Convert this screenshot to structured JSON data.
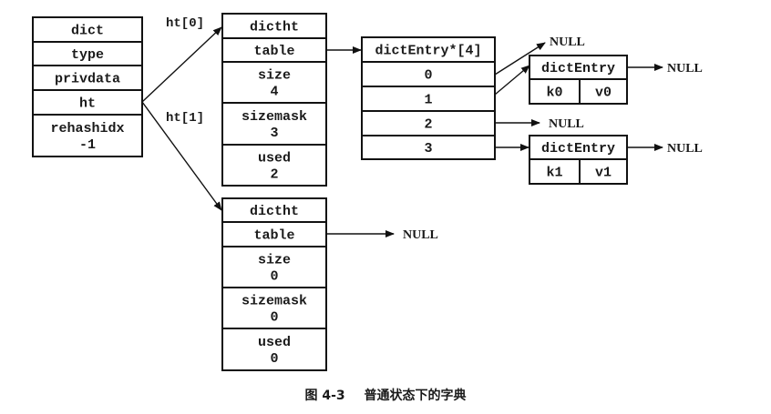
{
  "dict": {
    "rows": [
      "dict",
      "type",
      "privdata",
      "ht",
      "rehashidx\n-1"
    ]
  },
  "ht_labels": [
    "ht[0]",
    "ht[1]"
  ],
  "dictht0": {
    "rows": [
      "dictht",
      "table",
      "size\n4",
      "sizemask\n3",
      "used\n2"
    ]
  },
  "dictht1": {
    "rows": [
      "dictht",
      "table",
      "size\n0",
      "sizemask\n0",
      "used\n0"
    ],
    "table_target": "NULL"
  },
  "table_array": {
    "header": "dictEntry*[4]",
    "slots": [
      "0",
      "1",
      "2",
      "3"
    ],
    "slot_targets": [
      "NULL",
      "dictEntry k0",
      "NULL",
      "dictEntry k1"
    ]
  },
  "entries": [
    {
      "header": "dictEntry",
      "key": "k0",
      "value": "v0",
      "next": "NULL"
    },
    {
      "header": "dictEntry",
      "key": "k1",
      "value": "v1",
      "next": "NULL"
    }
  ],
  "null_label": "NULL",
  "caption": {
    "figure_number": "图 4-3",
    "title": "普通状态下的字典"
  }
}
